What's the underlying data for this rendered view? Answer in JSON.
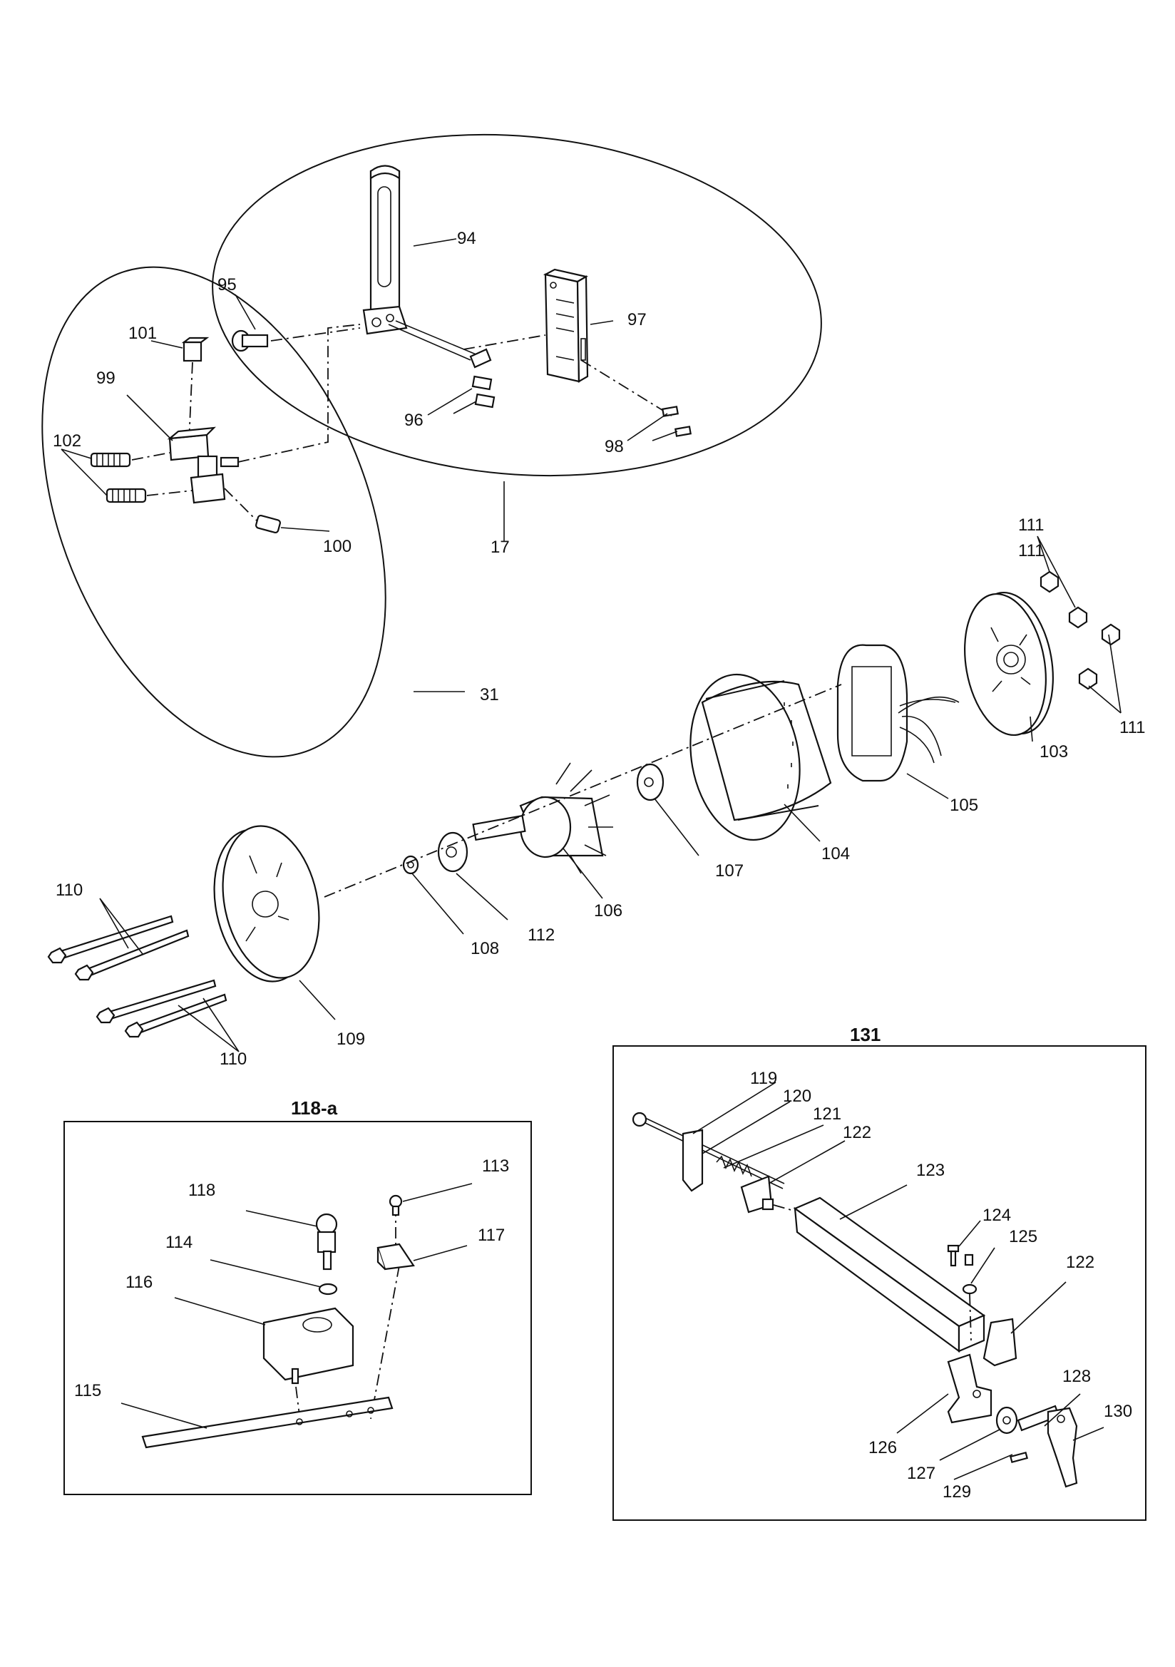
{
  "labels": {
    "p17": "17",
    "p31": "31",
    "p94": "94",
    "p95": "95",
    "p96": "96",
    "p97": "97",
    "p98": "98",
    "p99": "99",
    "p100": "100",
    "p101": "101",
    "p102": "102",
    "p103": "103",
    "p104": "104",
    "p105": "105",
    "p106": "106",
    "p107": "107",
    "p108": "108",
    "p109": "109",
    "p110a": "110",
    "p110b": "110",
    "p111a": "111",
    "p111b": "111",
    "p111c": "111",
    "p112": "112",
    "p113": "113",
    "p114": "114",
    "p115": "115",
    "p116": "116",
    "p117": "117",
    "p118": "118",
    "p119": "119",
    "p120": "120",
    "p121": "121",
    "p122a": "122",
    "p122b": "122",
    "p123": "123",
    "p124": "124",
    "p125": "125",
    "p126": "126",
    "p127": "127",
    "p128": "128",
    "p129": "129",
    "p130": "130"
  },
  "boxes": {
    "left_title": "118-a",
    "right_title": "131"
  }
}
